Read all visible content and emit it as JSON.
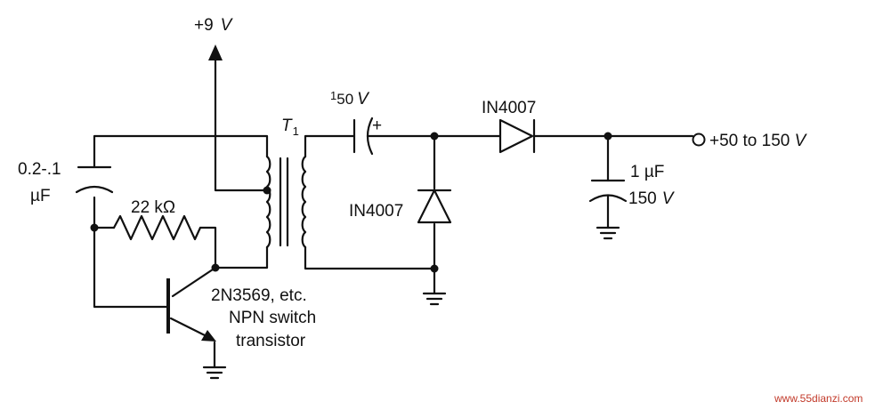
{
  "supply": {
    "value": "+9",
    "unit": "V"
  },
  "transformer": {
    "letter": "T",
    "subscript": "1"
  },
  "coupling_cap": {
    "num": "1",
    "den": "50",
    "unit": "V",
    "polarity": "+"
  },
  "timing_cap": {
    "line1": "0.2-.1",
    "line2": "µF"
  },
  "resistor": {
    "label": "22 kΩ"
  },
  "transistor": {
    "line1": "2N3569, etc.",
    "line2": "NPN switch",
    "line3": "transistor"
  },
  "diode_shunt": {
    "label": "IN4007"
  },
  "diode_series": {
    "label": "IN4007"
  },
  "output_cap": {
    "line1": "1 µF",
    "line2_value": "150",
    "line2_unit": "V"
  },
  "output": {
    "text": "+50 to 150 ",
    "unit": "V"
  },
  "watermark": {
    "text": "www.55dianzi.com"
  }
}
